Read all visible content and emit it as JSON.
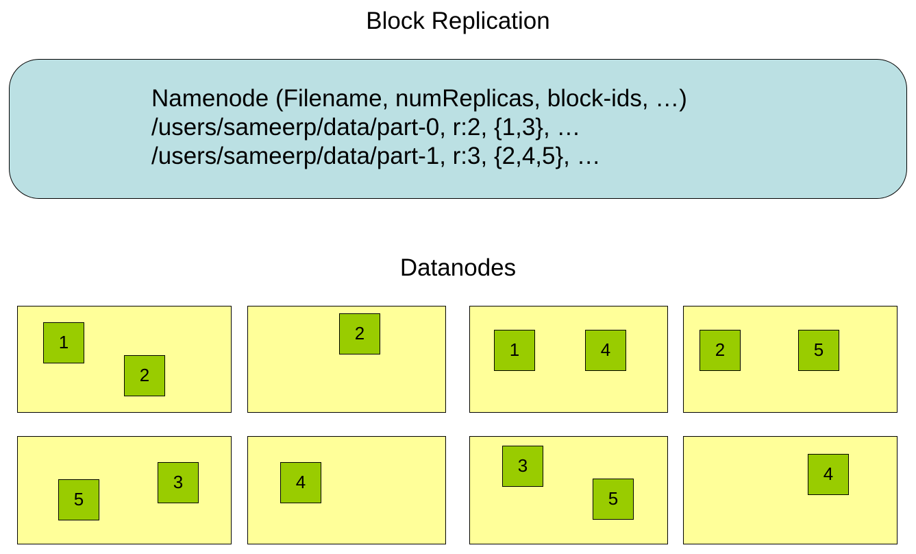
{
  "title": "Block Replication",
  "namenode": {
    "lines": [
      "Namenode (Filename, numReplicas, block-ids, …)",
      "/users/sameerp/data/part-0, r:2, {1,3}, …",
      "/users/sameerp/data/part-1, r:3, {2,4,5}, …"
    ],
    "fill_color": "#bbe0e3"
  },
  "datanodes": {
    "label": "Datanodes",
    "fill_color": "#ffff99",
    "block_color": "#99cc00",
    "rows": [
      [
        {
          "blocks": [
            "1",
            "2"
          ]
        },
        {
          "blocks": [
            "2"
          ]
        },
        {
          "blocks": [
            "1",
            "4"
          ]
        },
        {
          "blocks": [
            "2",
            "5"
          ]
        }
      ],
      [
        {
          "blocks": [
            "5",
            "3"
          ]
        },
        {
          "blocks": [
            "4"
          ]
        },
        {
          "blocks": [
            "3",
            "5"
          ]
        },
        {
          "blocks": [
            "4"
          ]
        }
      ]
    ]
  }
}
